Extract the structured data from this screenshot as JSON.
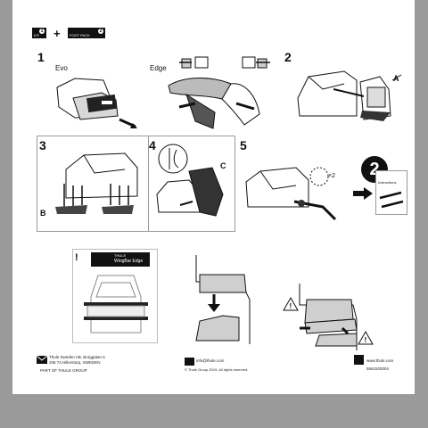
{
  "header": {
    "kit_badge": {
      "number": "1",
      "label": "KIT"
    },
    "plus": "+",
    "footpack_badge": {
      "number": "2",
      "label": "FOOT PACK"
    }
  },
  "steps": [
    {
      "number": "1",
      "labels": [
        "Evo",
        "Edge"
      ]
    },
    {
      "number": "2",
      "callout": "A"
    },
    {
      "number": "3",
      "callout": "B"
    },
    {
      "number": "4",
      "callout": "C"
    },
    {
      "number": "5",
      "note": "×2"
    },
    {
      "number": "2",
      "note": "Instructions"
    }
  ],
  "warning_panel": {
    "brand": "THULE",
    "product": "WingBar Edge"
  },
  "footer": {
    "company_line1": "Thule Sweden AB, Borggatan 5",
    "company_line2": "335 73 Hillerstorp, SWEDEN",
    "group_tag": "PART OF THULE GROUP",
    "email": "info@thule.com",
    "copyright": "© Thule Group 2019. All rights reserved.",
    "website": "www.thule.com",
    "doc_number": "5561533004"
  },
  "colors": {
    "page_bg": "#9a9a9a",
    "sheet": "#ffffff",
    "ink": "#111111",
    "gray": "#cfcfcf"
  }
}
